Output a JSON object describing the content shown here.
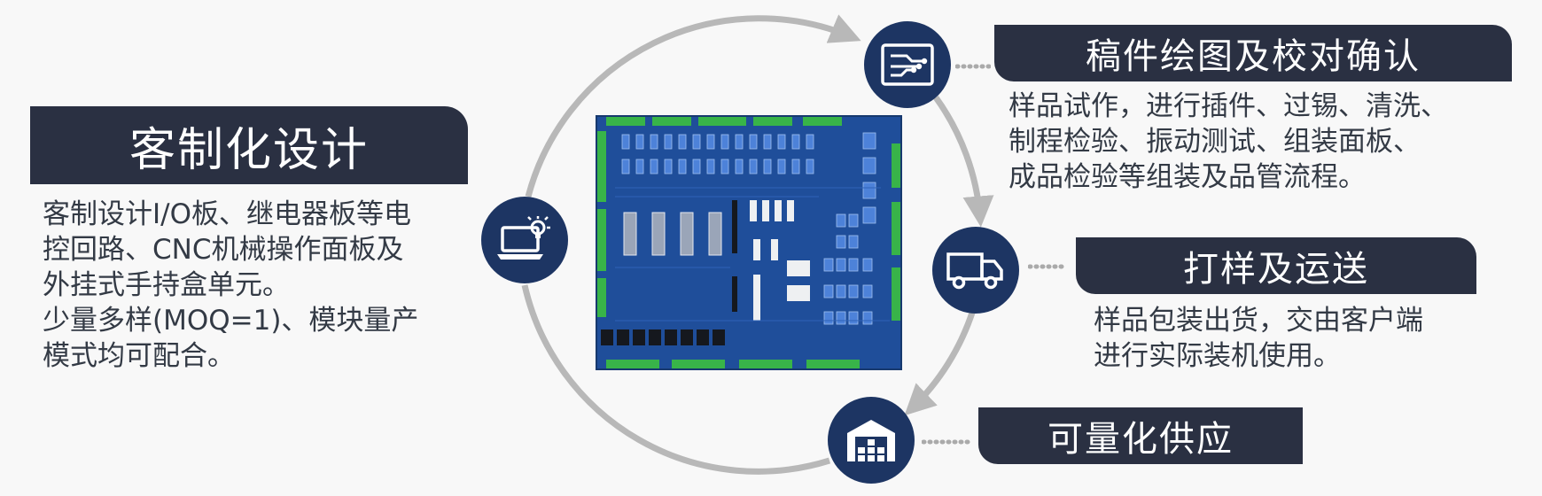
{
  "main": {
    "title": "客制化设计",
    "lines": [
      "客制设计I/O板、继电器板等电",
      "控回路、CNC机械操作面板及",
      "外挂式手持盒单元。",
      "少量多样(MOQ=1)、模块量产",
      "模式均可配合。"
    ]
  },
  "step1": {
    "title": "稿件绘图及校对确认",
    "lines": [
      "样品试作，进行插件、过锡、清洗、",
      "制程检验、振动测试、组装面板、",
      "成品检验等组装及品管流程。"
    ]
  },
  "step2": {
    "title": "打样及运送",
    "lines": [
      "样品包装出货，交由客户端",
      "进行实际装机使用。"
    ]
  },
  "step3": {
    "title": "可量化供应"
  },
  "icons": {
    "design": "laptop-lightbulb-icon",
    "drawing": "circuit-board-icon",
    "shipping": "truck-icon",
    "supply": "warehouse-icon"
  },
  "colors": {
    "banner": "#2a3042",
    "icon_circle": "#1d3563",
    "arc": "#b8b8b8",
    "text": "#333a45"
  }
}
